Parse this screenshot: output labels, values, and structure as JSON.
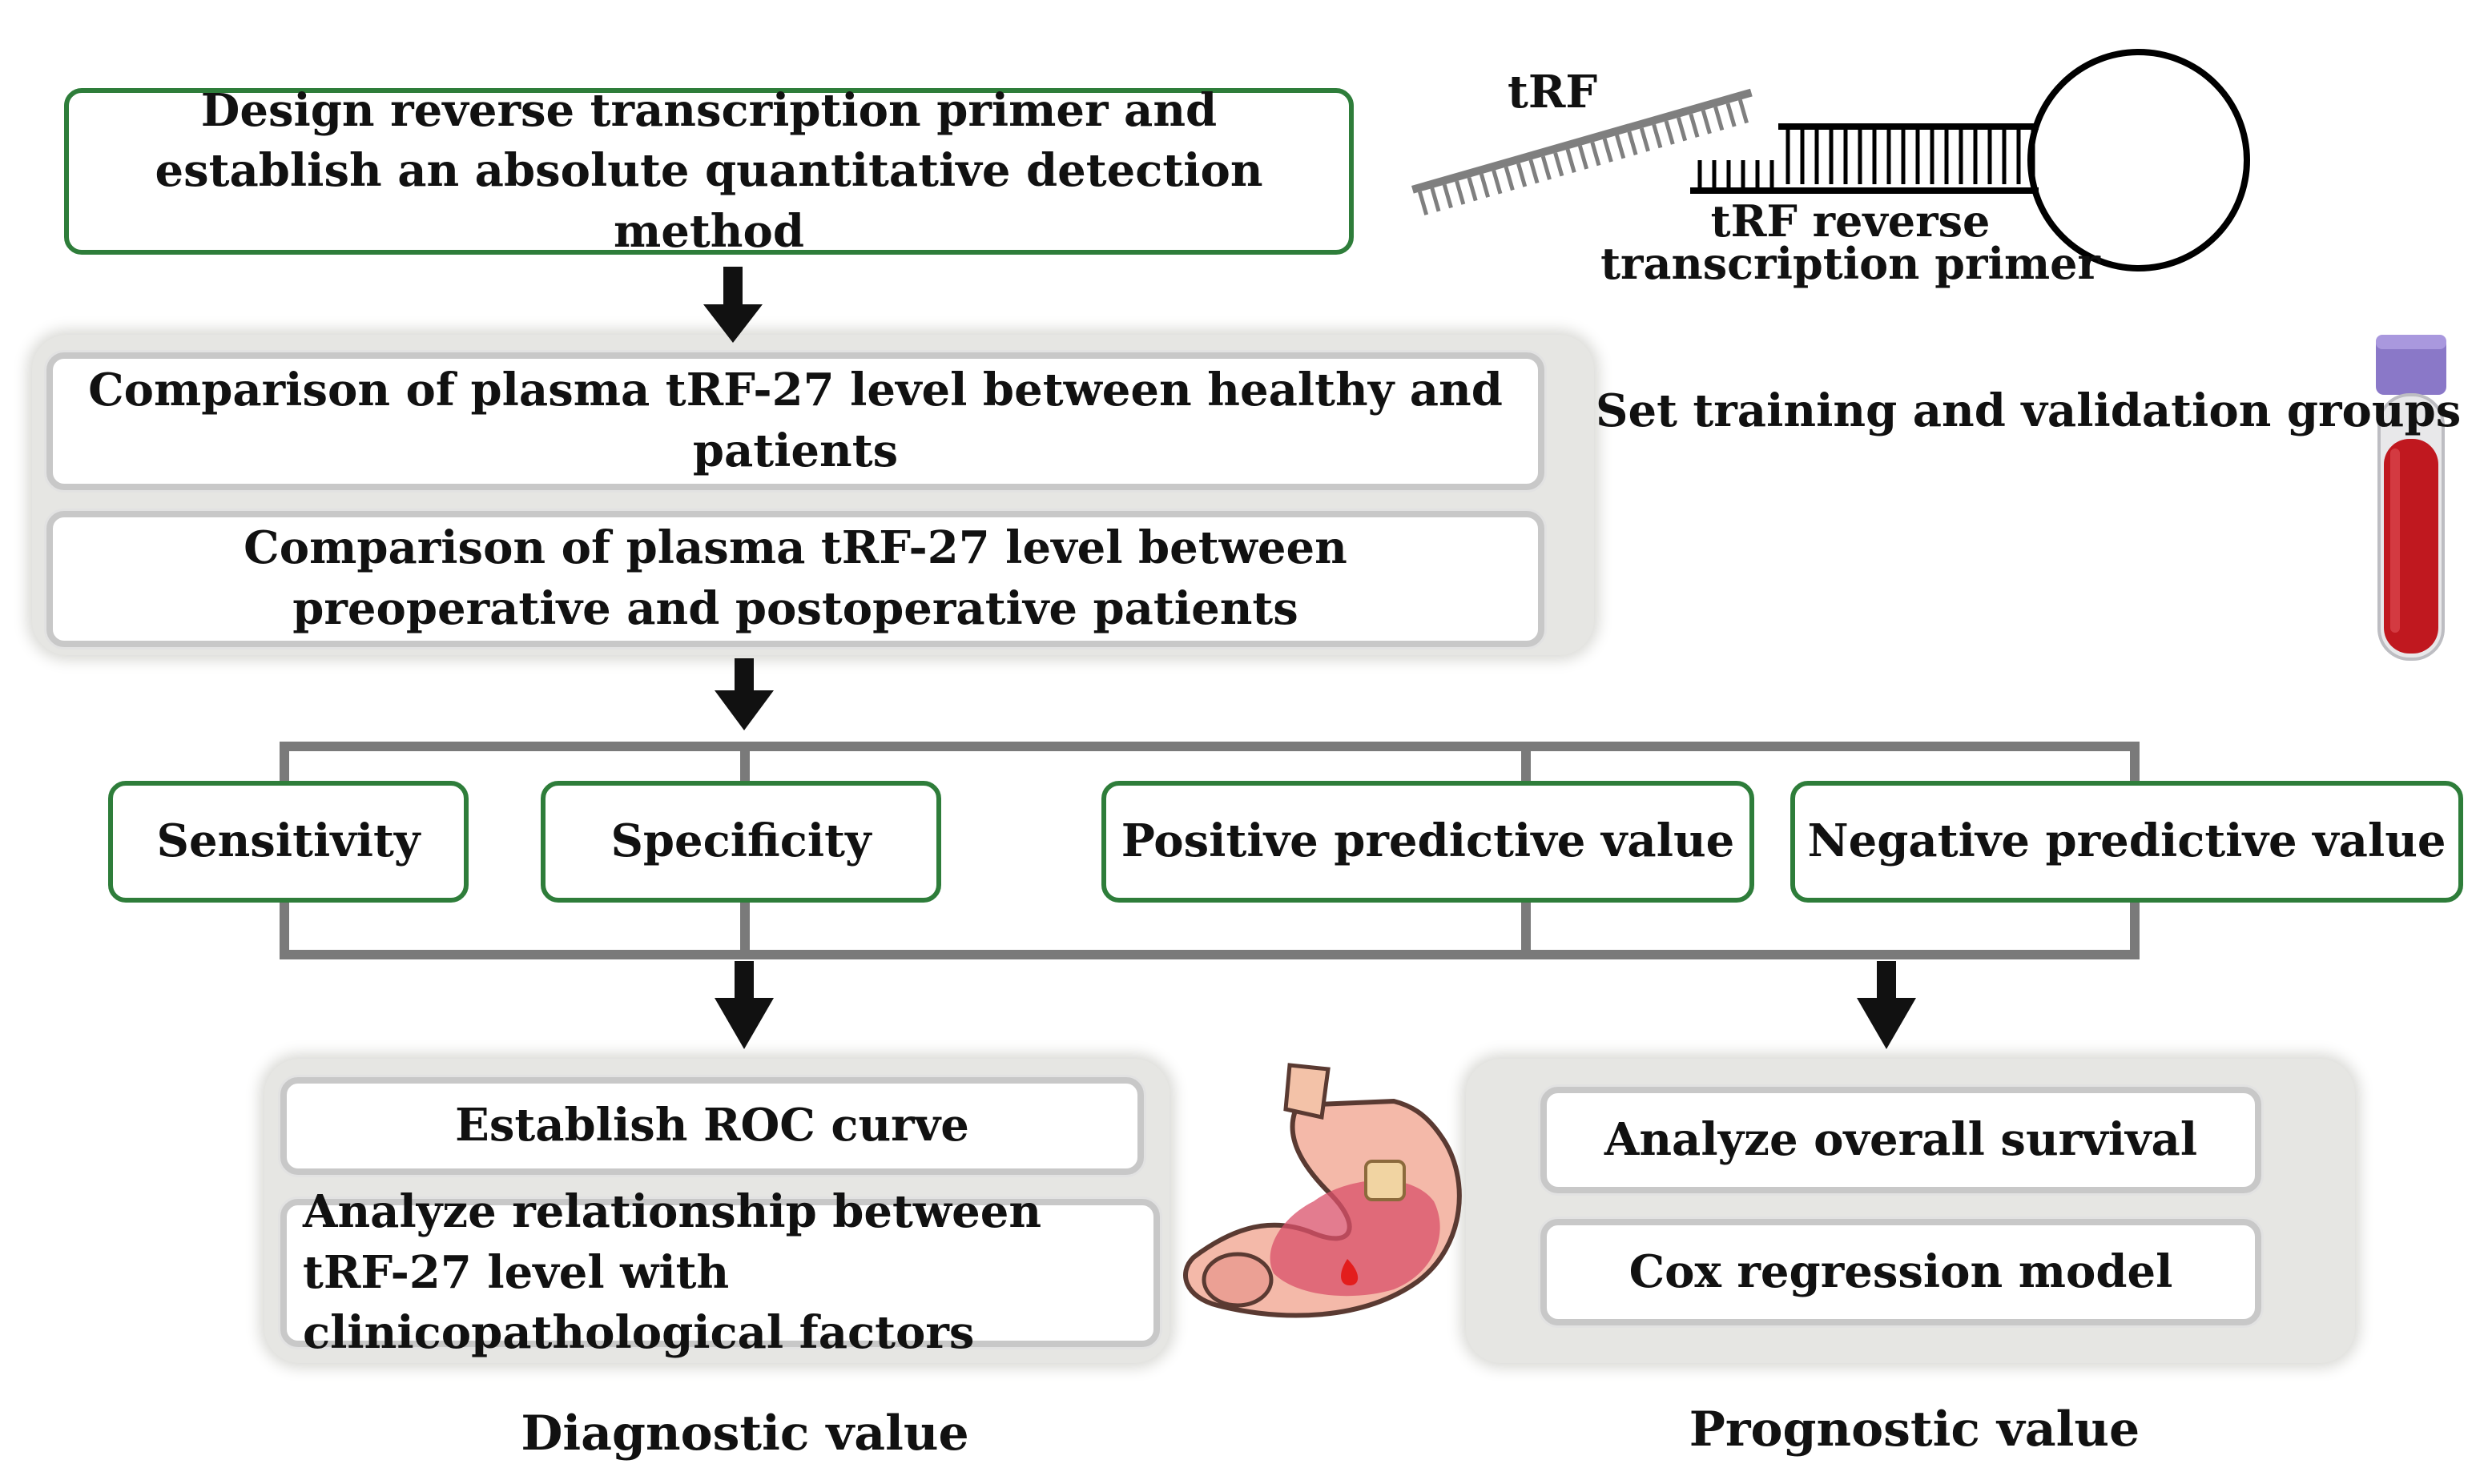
{
  "step1": {
    "text": "Design reverse transcription primer and establish an absolute quantitative detection method"
  },
  "primer_illustration": {
    "trf_label": "tRF",
    "primer_label": "tRF reverse transcription primer"
  },
  "comparisons": [
    "Comparison of plasma tRF-27 level between healthy and patients",
    "Comparison of plasma tRF-27 level between preoperative and postoperative patients"
  ],
  "groups_label": "Set training and validation groups",
  "metrics": [
    "Sensitivity",
    "Specificity",
    "Positive predictive value",
    "Negative predictive value"
  ],
  "diagnostic": {
    "items": [
      "Establish ROC curve",
      "Analyze relationship between tRF-27 level with clinicopathological factors"
    ],
    "caption": "Diagnostic value"
  },
  "prognostic": {
    "items": [
      "Analyze overall survival",
      "Cox regression model"
    ],
    "caption": "Prognostic value"
  },
  "colors": {
    "box_border": "#2e7d3a",
    "connector": "#7a7a7a",
    "panel": "#e6e6e3",
    "blood": "#c0181f",
    "tube_cap": "#8a78c8"
  }
}
